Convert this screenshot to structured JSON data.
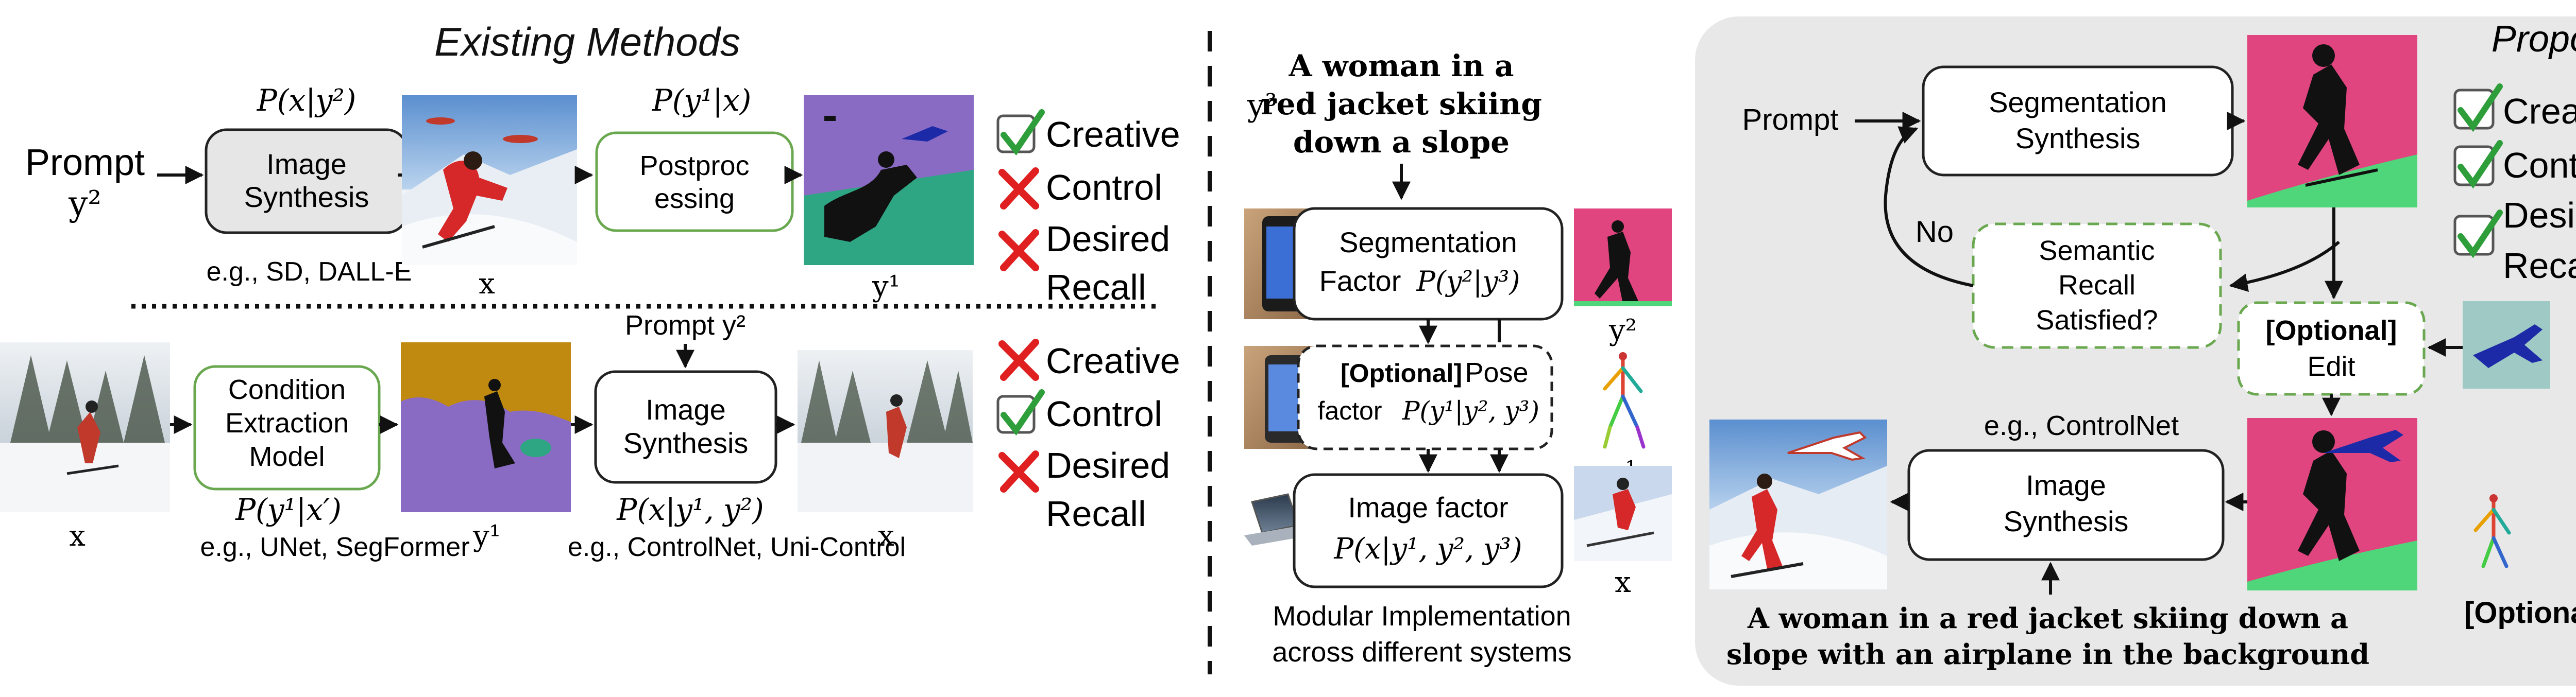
{
  "colors": {
    "proposed_bg": "#e8e8e8",
    "box_green": "#6aa84f",
    "box_gray_fill": "#e6e6e6",
    "check_green": "#2e9e3a",
    "cross_red": "#e02020",
    "seg_pink": "#e0457f",
    "seg_purple": "#8a6bc4",
    "seg_teal": "#2ea583",
    "seg_ochre": "#c08a10",
    "seg_lightgreen": "#4fd67a",
    "airplane_blue": "#1d2aa8",
    "edit_bg": "#9ec9c5"
  },
  "existing": {
    "title": "Existing Methods",
    "row1": {
      "prompt_label": "Prompt",
      "prompt_var": "y²",
      "formula_synth": "P(x|y²)",
      "synth_line1": "Image",
      "synth_line2": "Synthesis",
      "example_synth": "e.g., SD, DALL-E",
      "img_label": "x",
      "formula_post": "P(y¹|x)",
      "post_line1": "Postproc",
      "post_line2": "essing",
      "seg_label": "y¹"
    },
    "row1_eval": {
      "creative": "Creative",
      "control": "Control",
      "desired": "Desired",
      "recall": "Recall"
    },
    "row2": {
      "img_label": "x",
      "cond_line1": "Condition",
      "cond_line2": "Extraction",
      "cond_line3": "Model",
      "formula_cond": "P(y¹|x′)",
      "example_cond": "e.g., UNet, SegFormer",
      "seg_label": "y¹",
      "prompt_top": "Prompt y²",
      "synth_line1": "Image",
      "synth_line2": "Synthesis",
      "formula_synth": "P(x|y¹, y²)",
      "example_synth": "e.g., ControlNet, Uni-Control",
      "out_label": "x"
    },
    "row2_eval": {
      "creative": "Creative",
      "control": "Control",
      "desired": "Desired",
      "recall": "Recall"
    }
  },
  "modular": {
    "y3_label": "y³",
    "caption_line1": "A woman in a",
    "caption_line2": "red jacket skiing",
    "caption_line3": "down a slope",
    "seg_line1": "Segmentation",
    "seg_line2_prefix": "Factor",
    "seg_formula": "P(y²|y³)",
    "seg_img_label": "y²",
    "pose_optional": "[Optional]",
    "pose_word": "Pose",
    "pose_line2_prefix": "factor",
    "pose_formula": "P(y¹|y², y³)",
    "pose_img_label": "y¹",
    "img_line1": "Image factor",
    "img_formula": "P(x|y¹, y², y³)",
    "img_out_label": "x",
    "footer_line1": "Modular Implementation",
    "footer_line2": "across different systems"
  },
  "proposed": {
    "title": "Proposed",
    "prompt": "Prompt",
    "seg_line1": "Segmentation",
    "seg_line2": "Synthesis",
    "no_label": "No",
    "sem_line1": "Semantic",
    "sem_line2": "Recall",
    "sem_line3": "Satisfied?",
    "edit_optional": "[Optional]",
    "edit_word": "Edit",
    "example": "e.g., ControlNet",
    "synth_line1": "Image",
    "synth_line2": "Synthesis",
    "optional_label": "[Optional]",
    "caption_line1": "A woman in a red jacket skiing down a",
    "caption_line2": "slope with an airplane in the background",
    "eval": {
      "creative": "Creative",
      "control": "Control",
      "desired": "Desired",
      "recall": "Recall"
    }
  }
}
